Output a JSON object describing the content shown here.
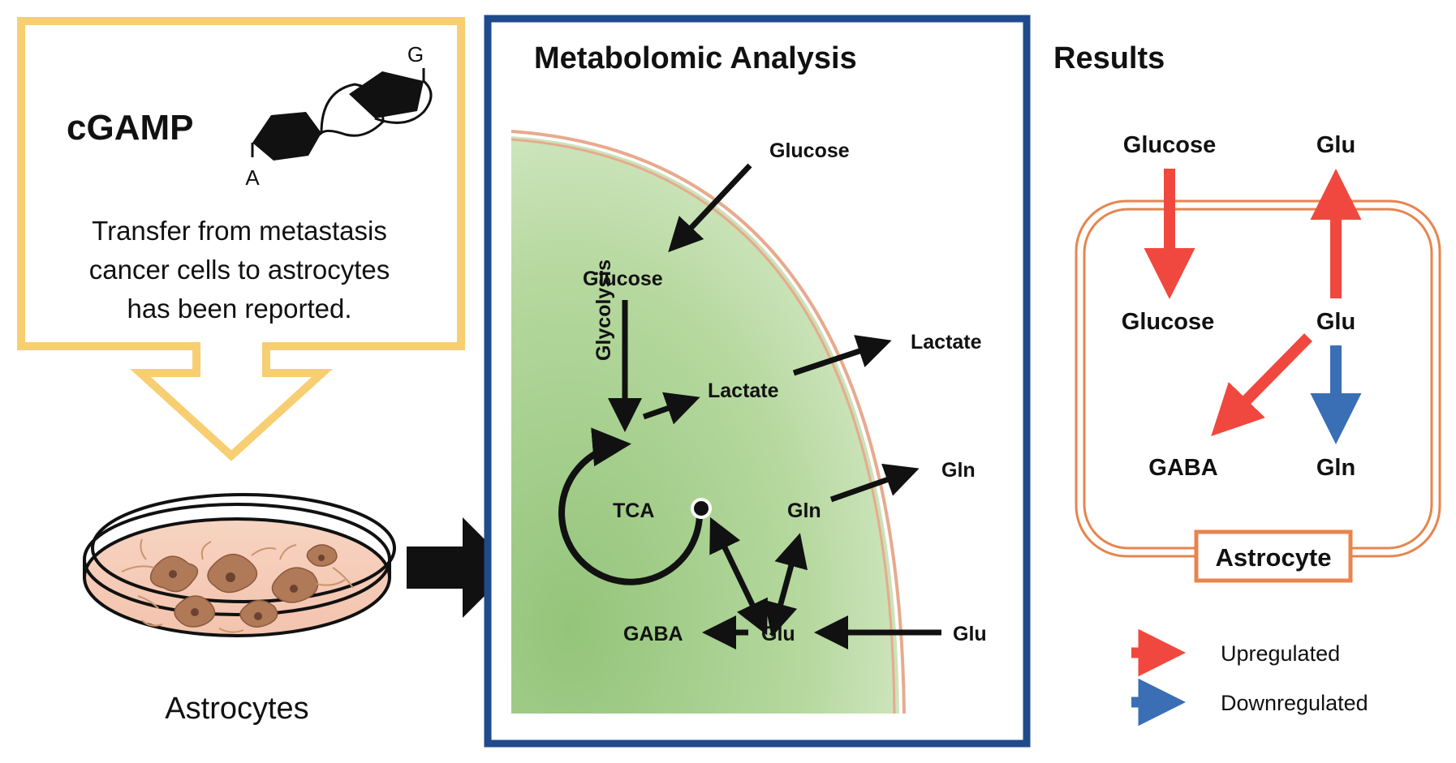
{
  "colors": {
    "yellow_border": "#f7cf72",
    "blue_border": "#1f4a8c",
    "cell_green": "#a9cf8f",
    "membrane": "#e7aa8e",
    "orange": "#e8844e",
    "up_red": "#f0483e",
    "down_blue": "#3a6fb5",
    "black": "#111111"
  },
  "left_panel": {
    "molecule_name": "cGAMP",
    "mol_label_g": "G",
    "mol_label_a": "A",
    "description_lines": [
      "Transfer from metastasis",
      "cancer cells to astrocytes",
      "has been reported."
    ],
    "dish_label": "Astrocytes"
  },
  "middle_panel": {
    "title": "Metabolomic Analysis",
    "labels": {
      "glucose_ext": "Glucose",
      "glucose_int": "Glucose",
      "glycolysis": "Glycolysis",
      "lactate_int": "Lactate",
      "lactate_ext": "Lactate",
      "tca": "TCA",
      "gln_int": "Gln",
      "gln_ext": "Gln",
      "glu_int": "Glu",
      "glu_ext": "Glu",
      "gaba": "GABA"
    }
  },
  "right_panel": {
    "title": "Results",
    "labels": {
      "glucose_top": "Glucose",
      "glu_top": "Glu",
      "glucose_mid": "Glucose",
      "glu_mid": "Glu",
      "gaba": "GABA",
      "gln": "Gln"
    },
    "cell_label": "Astrocyte",
    "legend": [
      {
        "label": "Upregulated",
        "color": "#f0483e"
      },
      {
        "label": "Downregulated",
        "color": "#3a6fb5"
      }
    ]
  }
}
